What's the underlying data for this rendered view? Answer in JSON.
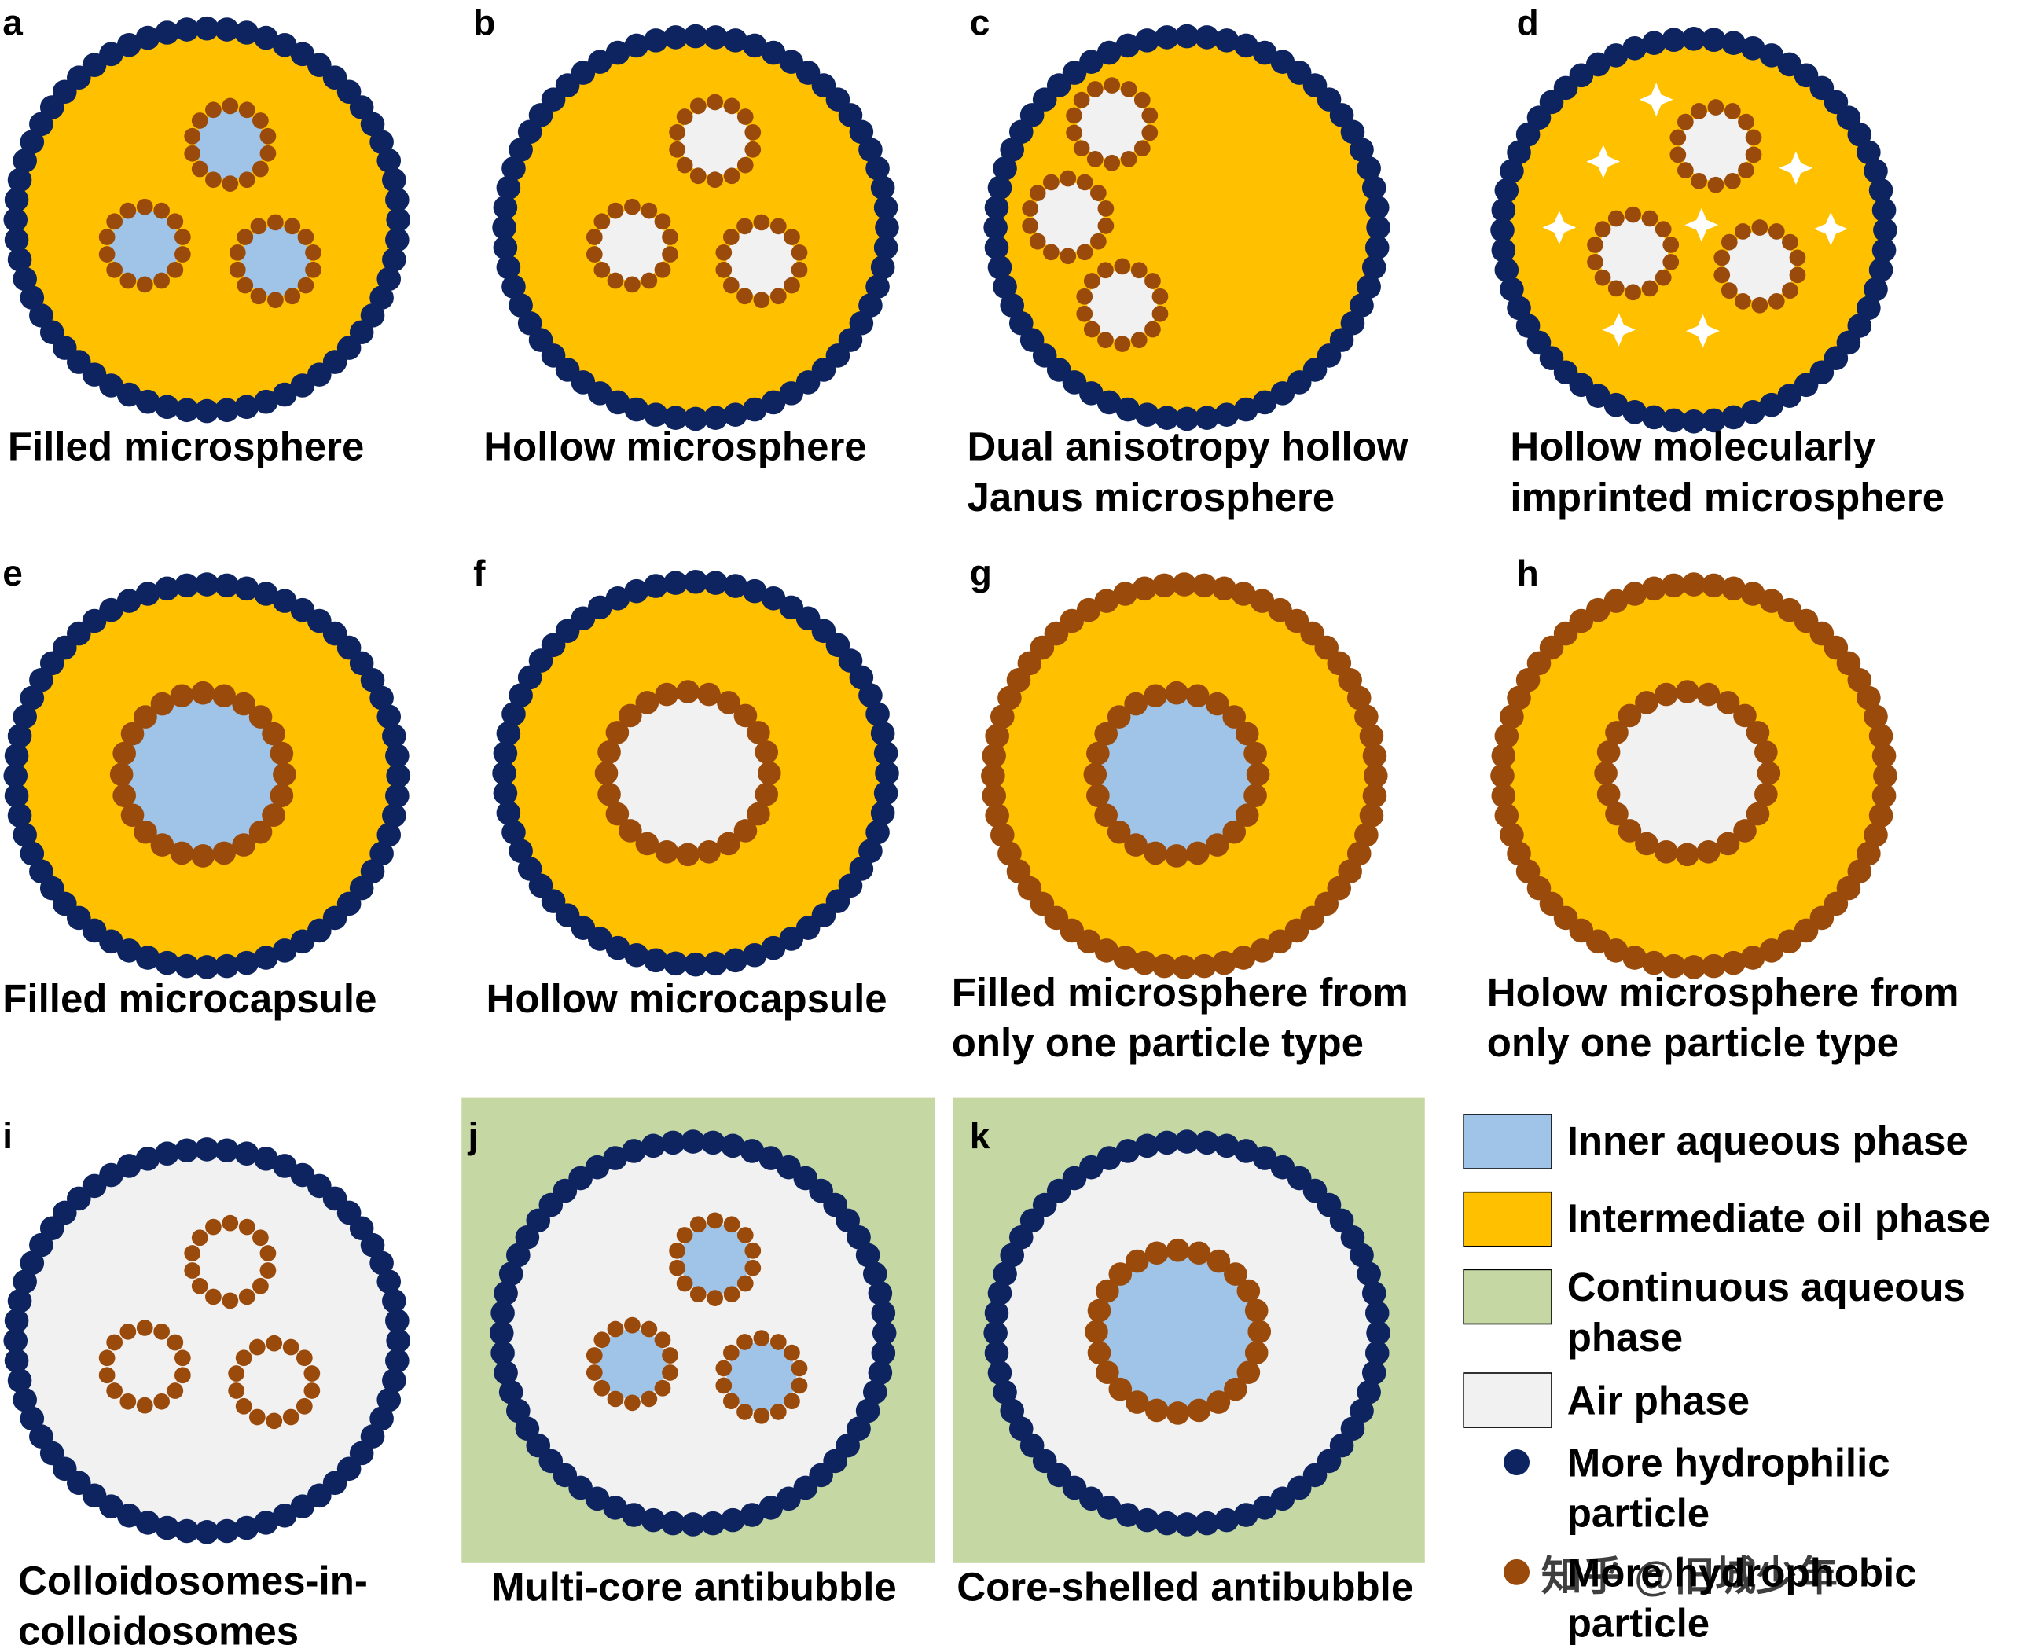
{
  "colors": {
    "inner_aqueous": "#9fc4e8",
    "oil": "#ffc000",
    "continuous_aqueous": "#c5d8a4",
    "air": "#f1f1f1",
    "hydrophilic_particle": "#0d2460",
    "hydrophobic_particle": "#9a4a0a"
  },
  "panels": [
    {
      "id": "a",
      "label": "a",
      "caption": [
        "Filled microsphere"
      ]
    },
    {
      "id": "b",
      "label": "b",
      "caption": [
        "Hollow microsphere"
      ]
    },
    {
      "id": "c",
      "label": "c",
      "caption": [
        "Dual anisotropy hollow",
        "Janus microsphere"
      ]
    },
    {
      "id": "d",
      "label": "d",
      "caption": [
        "Hollow molecularly",
        "imprinted microsphere"
      ]
    },
    {
      "id": "e",
      "label": "e",
      "caption": [
        "Filled microcapsule"
      ]
    },
    {
      "id": "f",
      "label": "f",
      "caption": [
        "Hollow microcapsule"
      ]
    },
    {
      "id": "g",
      "label": "g",
      "caption": [
        "Filled microsphere from",
        "only one particle type"
      ]
    },
    {
      "id": "h",
      "label": "h",
      "caption": [
        "Holow microsphere from",
        "only one particle type"
      ]
    },
    {
      "id": "i",
      "label": "i",
      "caption": [
        "Colloidosomes-in-",
        "colloidosomes"
      ]
    },
    {
      "id": "j",
      "label": "j",
      "caption": [
        "Multi-core antibubble"
      ]
    },
    {
      "id": "k",
      "label": "k",
      "caption": [
        "Core-shelled antibubble"
      ]
    }
  ],
  "legend": [
    {
      "id": "inner",
      "label": [
        "Inner aqueous phase"
      ],
      "color_key": "inner_aqueous"
    },
    {
      "id": "oil",
      "label": [
        "Intermediate oil phase"
      ],
      "color_key": "oil"
    },
    {
      "id": "cont",
      "label": [
        "Continuous aqueous",
        "phase"
      ],
      "color_key": "continuous_aqueous"
    },
    {
      "id": "air",
      "label": [
        "Air phase"
      ],
      "color_key": "air"
    },
    {
      "id": "hydrophilic",
      "label": [
        "More hydrophilic",
        "particle"
      ],
      "color_key": "hydrophilic_particle"
    },
    {
      "id": "hydrophobic",
      "label": [
        "More hydrophobic",
        "particle"
      ],
      "color_key": "hydrophobic_particle"
    }
  ],
  "watermark": "知乎 @旧城少年"
}
